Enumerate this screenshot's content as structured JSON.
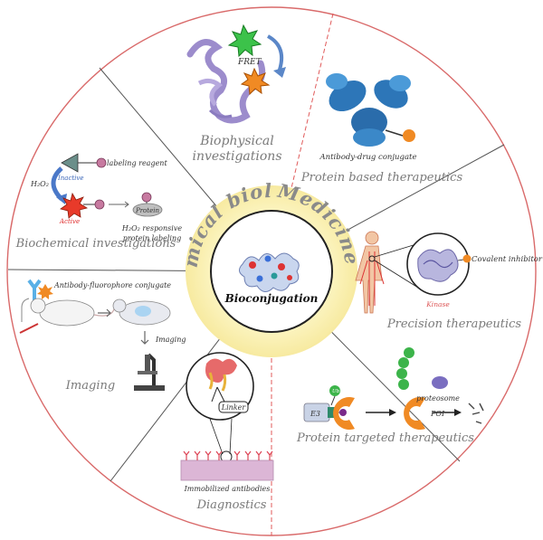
{
  "ring_left": "Chemical biology",
  "ring_right": "Medicine",
  "center_label": "Bioconjugation",
  "sections": {
    "biophysical": "Biophysical investigations",
    "biophysical_line1": "Biophysical",
    "biophysical_line2": "investigations",
    "protein_based": "Protein based therapeutics",
    "precision": "Precision therapeutics",
    "protein_targeted": "Protein targeted therapeutics",
    "diagnostics": "Diagnostics",
    "imaging": "Imaging",
    "biochemical": "Biochemical investigations"
  },
  "annotations": {
    "fret": "FRET",
    "adc": "Antibody-drug conjugate",
    "covalent": "Covalent inhibitor?",
    "kinase": "Kinase",
    "e3": "E3",
    "poi": "POI",
    "proteosome": "proteosome",
    "ub": "Ub",
    "linker": "Linker",
    "immobilized": "Immobilized antibodies",
    "afc": "Antibody-fluorophore conjugate",
    "imaging_step": "Imaging",
    "labeling_reagent": "labeling reagent",
    "inactive": "Inactive",
    "active": "Active",
    "protein": "Protein",
    "h2o2": "H₂O₂",
    "h2o2_responsive": "H₂O₂ responsive",
    "protein_labeling": "protein labeling"
  },
  "colors": {
    "ring": "#fbf3b8",
    "divider_red": "#e05a5a",
    "divider_dark": "#555555",
    "outer": "#d96a6a"
  }
}
